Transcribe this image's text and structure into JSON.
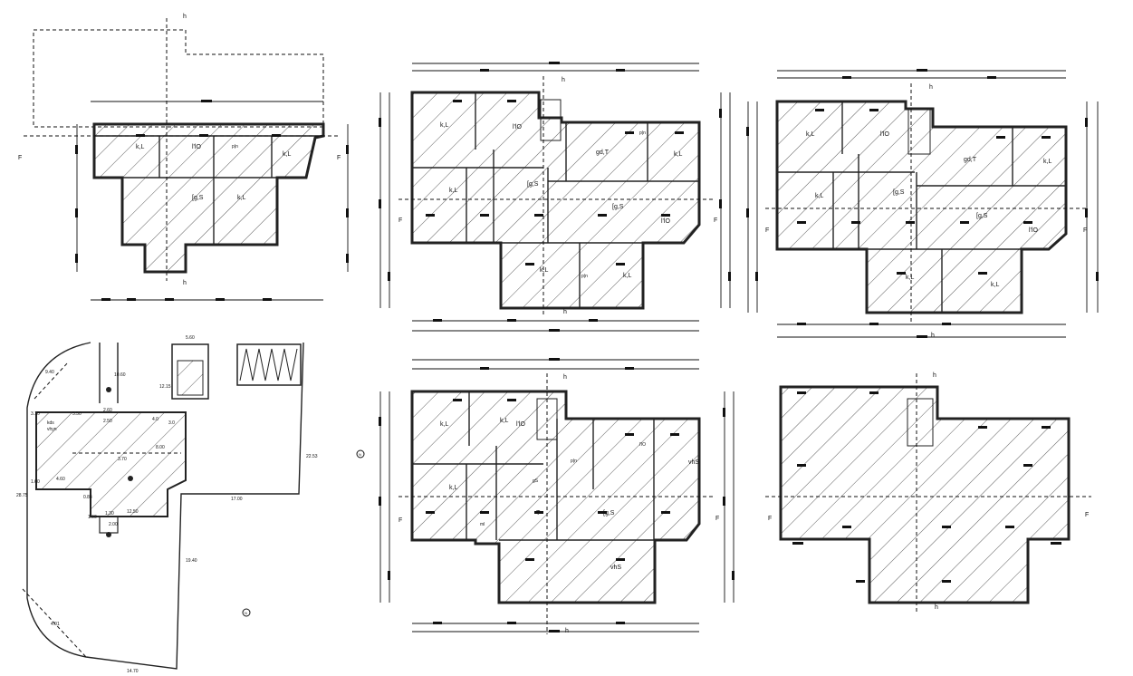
{
  "drawing": {
    "plans": [
      {
        "id": "plan-a",
        "rooms": [
          "k,L",
          "l'lO",
          "p|n",
          "k,L",
          "[g,S",
          "k,L"
        ],
        "section_marks": [
          "h",
          "h",
          "F",
          "F"
        ]
      },
      {
        "id": "plan-b",
        "rooms": [
          "k,L",
          "l'lO",
          "gd,T",
          "p|n",
          "k,L",
          "k,L",
          "[g,S",
          "[g,S",
          "l'lO",
          "k,L",
          "p|n",
          "k,L"
        ],
        "section_marks": [
          "h",
          "h",
          "F",
          "F"
        ]
      },
      {
        "id": "plan-c",
        "rooms": [
          "k,L",
          "l'lO",
          "gd,T",
          "k,L",
          "k,L",
          "[g,S",
          "[g,S",
          "l'lO",
          "k,L",
          "k,L"
        ],
        "section_marks": [
          "h",
          "h",
          "F",
          "F"
        ]
      },
      {
        "id": "plan-d",
        "rooms": [
          "k,L",
          "k,L",
          "l'lO",
          "l'lO",
          "k,L",
          "gS",
          "p|n",
          "T",
          "[g,S",
          "vhS",
          "ml",
          "vhS"
        ],
        "section_marks": [
          "h",
          "h",
          "F",
          "F"
        ]
      },
      {
        "id": "plan-e",
        "rooms": [],
        "section_marks": [
          "h",
          "h",
          "F",
          "F"
        ]
      }
    ],
    "site_plan": {
      "labels": [
        "5.60",
        "12.15",
        "10.60",
        "3.70",
        "8.00",
        "17.00",
        "28.75",
        "22.53",
        "19.40",
        "14.70",
        "kds",
        "vhyn",
        "5.50",
        "4.60",
        "12.50",
        "2.60",
        "1.90",
        "3.10",
        "2.50",
        "1.30",
        "0.84",
        "9.40",
        "3.0",
        "4.0",
        "2.00",
        "1.60",
        "4.01"
      ]
    },
    "north_markers": [
      "N",
      "N"
    ],
    "colors": {
      "line": "#222222",
      "hatch": "#333333",
      "tag": "#111111"
    }
  }
}
